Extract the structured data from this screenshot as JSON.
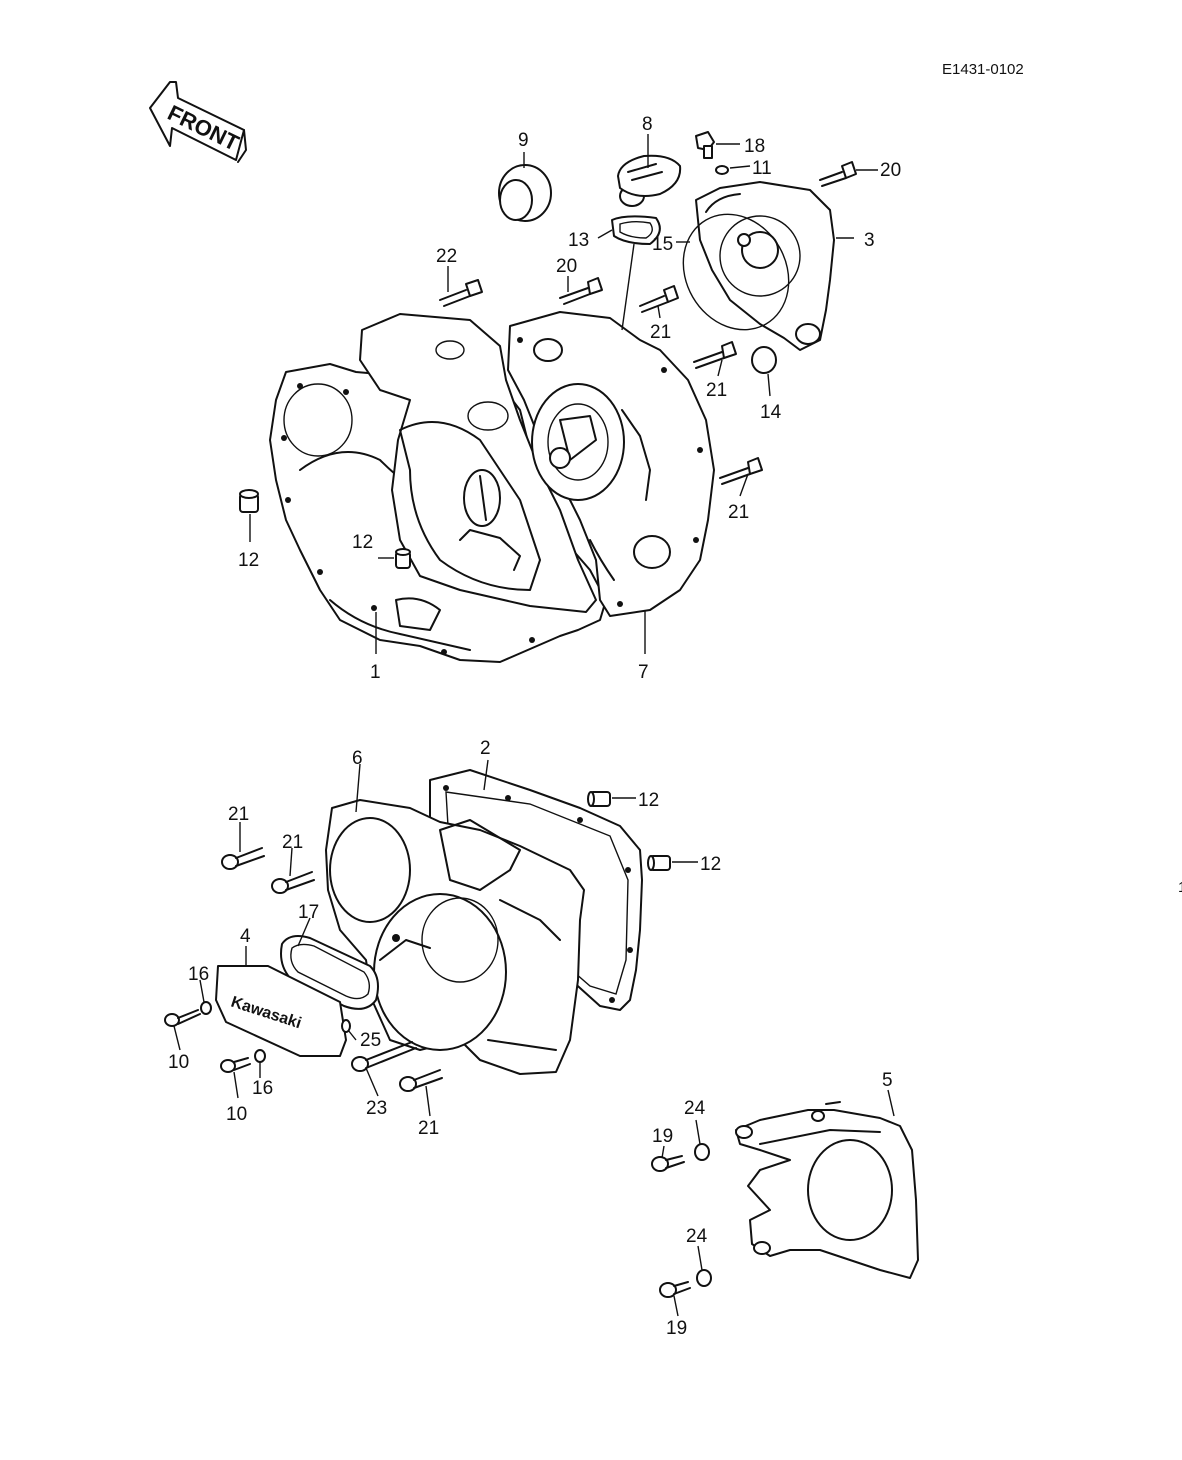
{
  "diagram": {
    "code": "E1431-0102",
    "front_label": "FRONT",
    "brand_text": "Kawasaki",
    "edge_mark": "1",
    "callouts": {
      "c1": "1",
      "c2": "2",
      "c3": "3",
      "c4": "4",
      "c5": "5",
      "c6": "6",
      "c7": "7",
      "c8": "8",
      "c9": "9",
      "c10a": "10",
      "c10b": "10",
      "c11": "11",
      "c12a": "12",
      "c12b": "12",
      "c12c": "12",
      "c12d": "12",
      "c13": "13",
      "c14": "14",
      "c15": "15",
      "c16a": "16",
      "c16b": "16",
      "c17": "17",
      "c18": "18",
      "c19a": "19",
      "c19b": "19",
      "c20a": "20",
      "c20b": "20",
      "c21a": "21",
      "c21b": "21",
      "c21c": "21",
      "c21d": "21",
      "c21e": "21",
      "c21f": "21",
      "c22": "22",
      "c23": "23",
      "c24a": "24",
      "c24b": "24",
      "c25": "25"
    }
  }
}
